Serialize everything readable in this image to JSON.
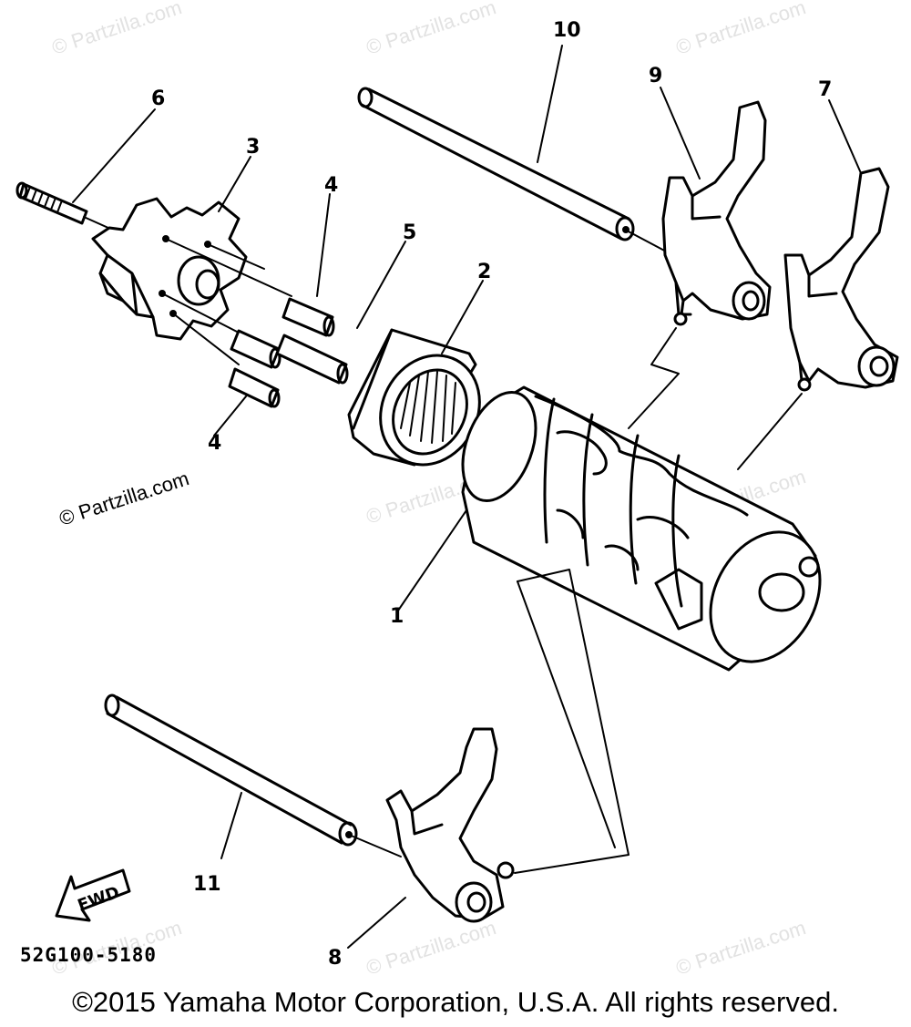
{
  "callouts": {
    "c1": "1",
    "c2": "2",
    "c3": "3",
    "c4a": "4",
    "c4b": "4",
    "c5": "5",
    "c6": "6",
    "c7": "7",
    "c8": "8",
    "c9": "9",
    "c10": "10",
    "c11": "11"
  },
  "fwd_label": "FWD",
  "drawing_code": "52G100-5180",
  "watermark": "© Partzilla.com",
  "copyright": "©2015 Yamaha Motor Corporation, U.S.A. All rights reserved."
}
